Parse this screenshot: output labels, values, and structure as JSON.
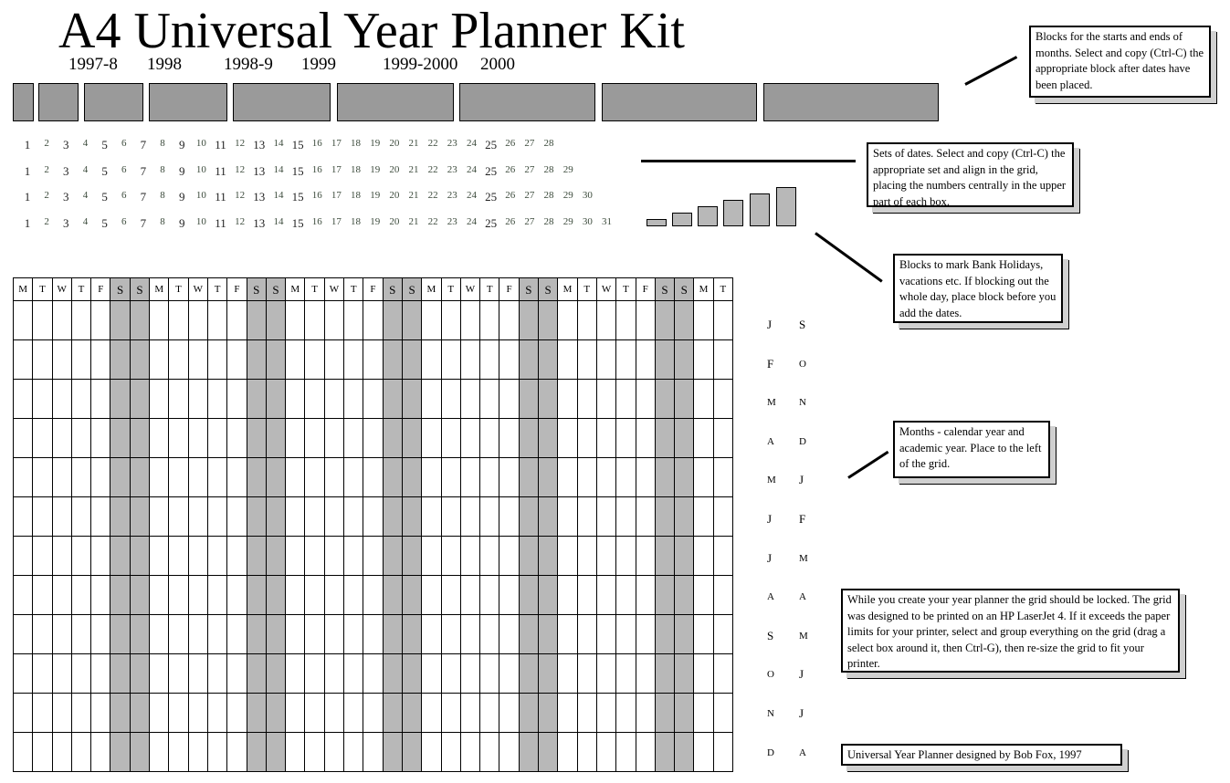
{
  "title": "A4 Universal Year Planner Kit",
  "years": [
    "1997-8",
    "1998",
    "1998-9",
    "1999",
    "1999-2000",
    "2000"
  ],
  "date_sets": [
    28,
    29,
    30,
    31
  ],
  "grid": {
    "day_headers": [
      "M",
      "T",
      "W",
      "T",
      "F",
      "S",
      "S",
      "M",
      "T",
      "W",
      "T",
      "F",
      "S",
      "S",
      "M",
      "T",
      "W",
      "T",
      "F",
      "S",
      "S",
      "M",
      "T",
      "W",
      "T",
      "F",
      "S",
      "S",
      "M",
      "T",
      "W",
      "T",
      "F",
      "S",
      "S",
      "M",
      "T"
    ],
    "rows": 12
  },
  "months": {
    "calendar": [
      "J",
      "F",
      "M",
      "A",
      "M",
      "J",
      "J",
      "A",
      "S",
      "O",
      "N",
      "D"
    ],
    "academic": [
      "S",
      "O",
      "N",
      "D",
      "J",
      "F",
      "M",
      "A",
      "M",
      "J",
      "J",
      "A"
    ]
  },
  "notes": {
    "month_blocks": "Blocks for the starts and ends of months. Select and copy (Ctrl-C) the appropriate block after dates have been placed.",
    "date_sets": "Sets of dates. Select and copy (Ctrl-C) the appropriate set and align in the grid, placing the numbers centrally in the upper part of each box.",
    "holiday_blocks": "Blocks to mark Bank Holidays, vacations etc. If blocking out the whole day, place block before you add the dates.",
    "months": "Months - calendar year and academic year. Place to the left of the grid.",
    "grid_lock": "While you create your year planner the grid should be locked. The grid was designed to be printed on an HP LaserJet 4. If it exceeds the paper limits for your printer, select and group everything on the grid (drag a select box around it, then Ctrl-G), then re-size the grid to fit your printer.",
    "credit": "Universal Year Planner designed by Bob Fox, 1997"
  },
  "colors": {
    "block_fill": "#9a9a9a",
    "weekend_fill": "#b8b8b8",
    "date_text": "#3b4a3b"
  }
}
